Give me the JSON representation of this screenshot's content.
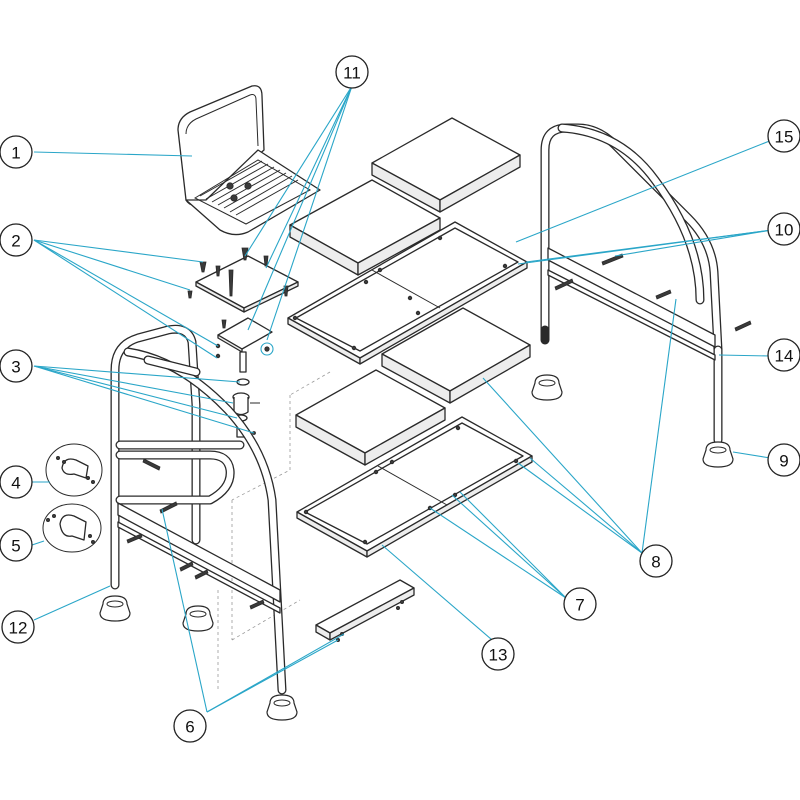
{
  "callouts": [
    {
      "id": "1",
      "label": "1"
    },
    {
      "id": "2",
      "label": "2"
    },
    {
      "id": "3",
      "label": "3"
    },
    {
      "id": "4",
      "label": "4"
    },
    {
      "id": "5",
      "label": "5"
    },
    {
      "id": "6",
      "label": "6"
    },
    {
      "id": "7",
      "label": "7"
    },
    {
      "id": "8",
      "label": "8"
    },
    {
      "id": "9",
      "label": "9"
    },
    {
      "id": "10",
      "label": "10"
    },
    {
      "id": "11",
      "label": "11"
    },
    {
      "id": "12",
      "label": "12"
    },
    {
      "id": "13",
      "label": "13"
    },
    {
      "id": "14",
      "label": "14"
    },
    {
      "id": "15",
      "label": "15"
    }
  ],
  "colors": {
    "leader": "#2aa6c8",
    "outline": "#2a2a2a",
    "background": "#ffffff"
  }
}
